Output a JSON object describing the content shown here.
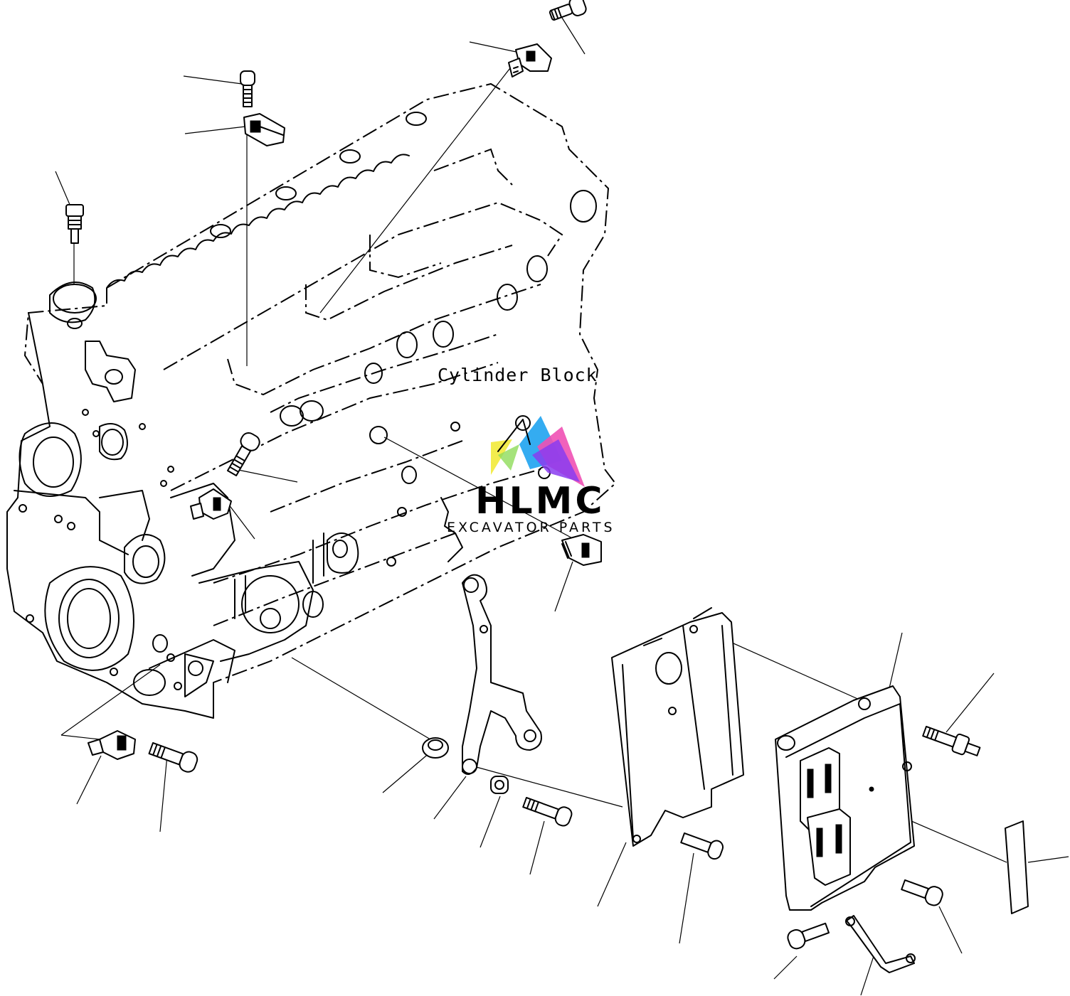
{
  "diagram": {
    "label_cylinder_block": "Cylinder Block"
  },
  "watermark": {
    "title": "HLMC",
    "subtitle": "EXCAVATOR PARTS",
    "colors": [
      "#f2ea3a",
      "#8fdc5a",
      "#1ea3f0",
      "#8a3cf0",
      "#f050b4"
    ]
  }
}
